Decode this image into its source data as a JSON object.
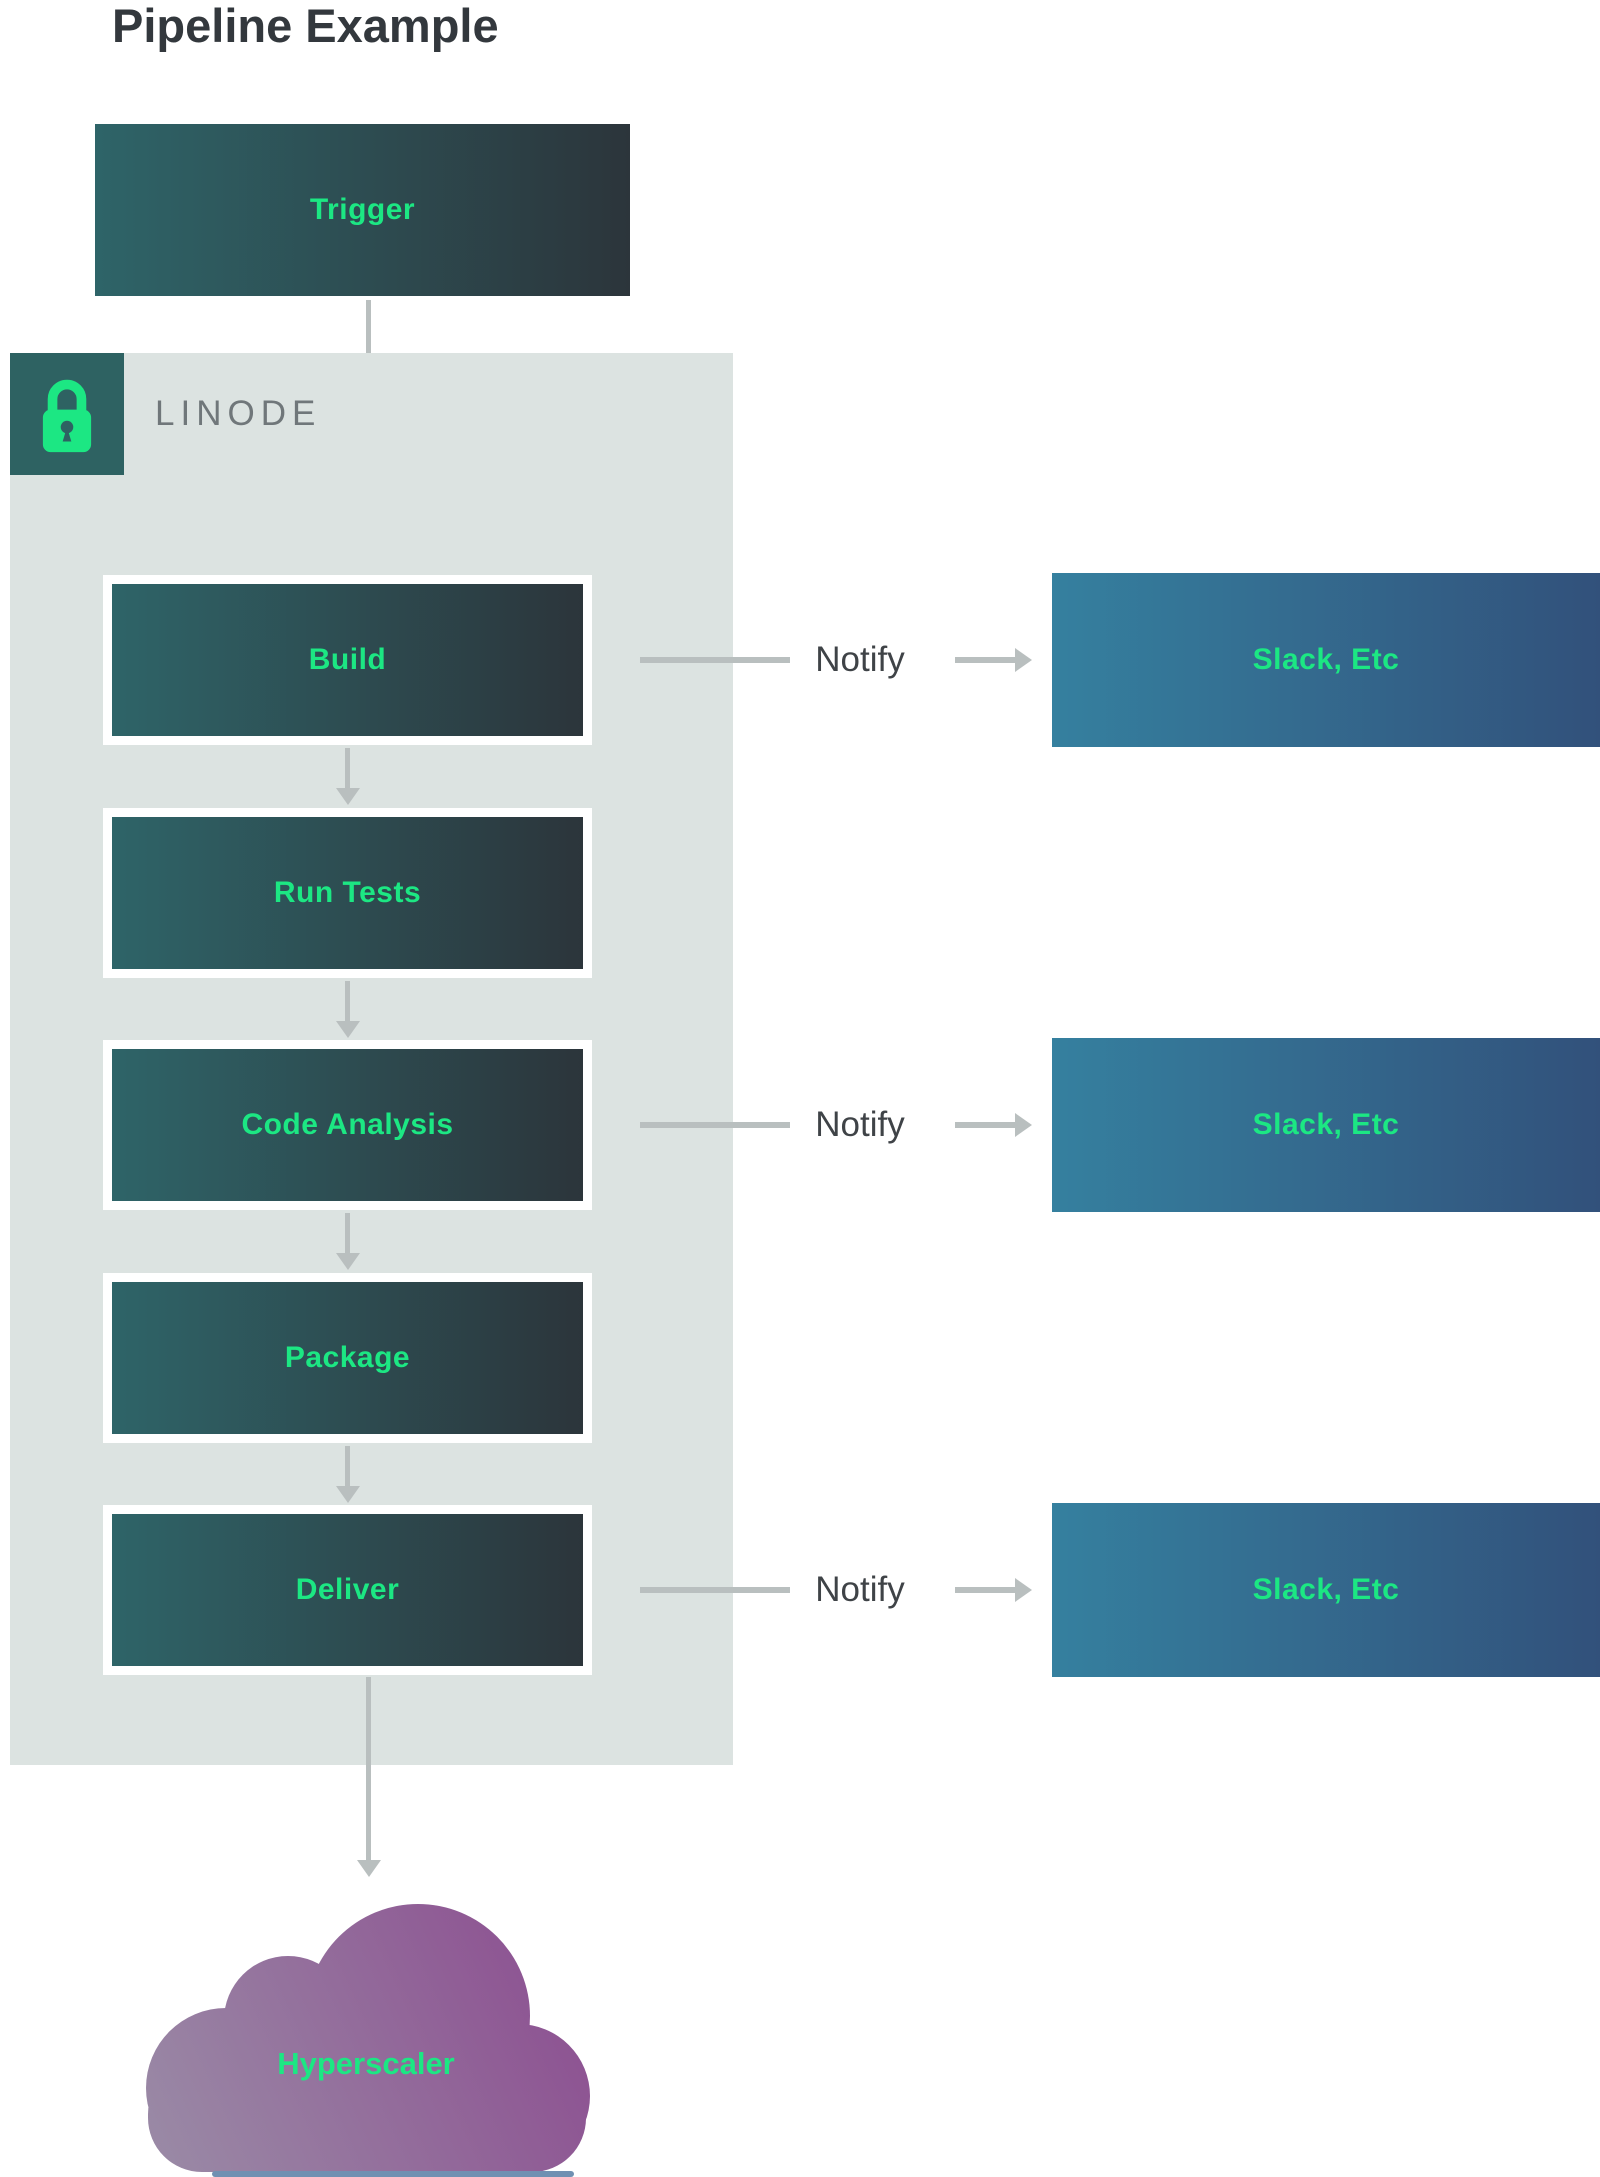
{
  "title": "Pipeline Example",
  "trigger": {
    "label": "Trigger"
  },
  "linode": {
    "label": "LINODE",
    "icon": "lock-icon"
  },
  "pipeline": {
    "stages": [
      {
        "label": "Build",
        "notifies": true
      },
      {
        "label": "Run Tests",
        "notifies": false
      },
      {
        "label": "Code Analysis",
        "notifies": true
      },
      {
        "label": "Package",
        "notifies": false
      },
      {
        "label": "Deliver",
        "notifies": true
      }
    ]
  },
  "notify": {
    "label": "Notify",
    "target": "Slack, Etc"
  },
  "cloud": {
    "label": "Hyperscaler"
  },
  "colors": {
    "accent_green": "#1ce783",
    "stage_gradient_left": "#2e6468",
    "stage_gradient_right": "#2c353b",
    "slack_gradient_left": "#35809f",
    "slack_gradient_right": "#32517b",
    "linode_panel": "#dce3e1",
    "lock_badge": "#2e6262",
    "cloud_gradient_left": "#9a8ba6",
    "cloud_gradient_right": "#8c4d90",
    "arrow_gray": "#b9bfbf",
    "title_text": "#33383d",
    "linode_text": "#70777a",
    "notify_text": "#3f4347"
  }
}
